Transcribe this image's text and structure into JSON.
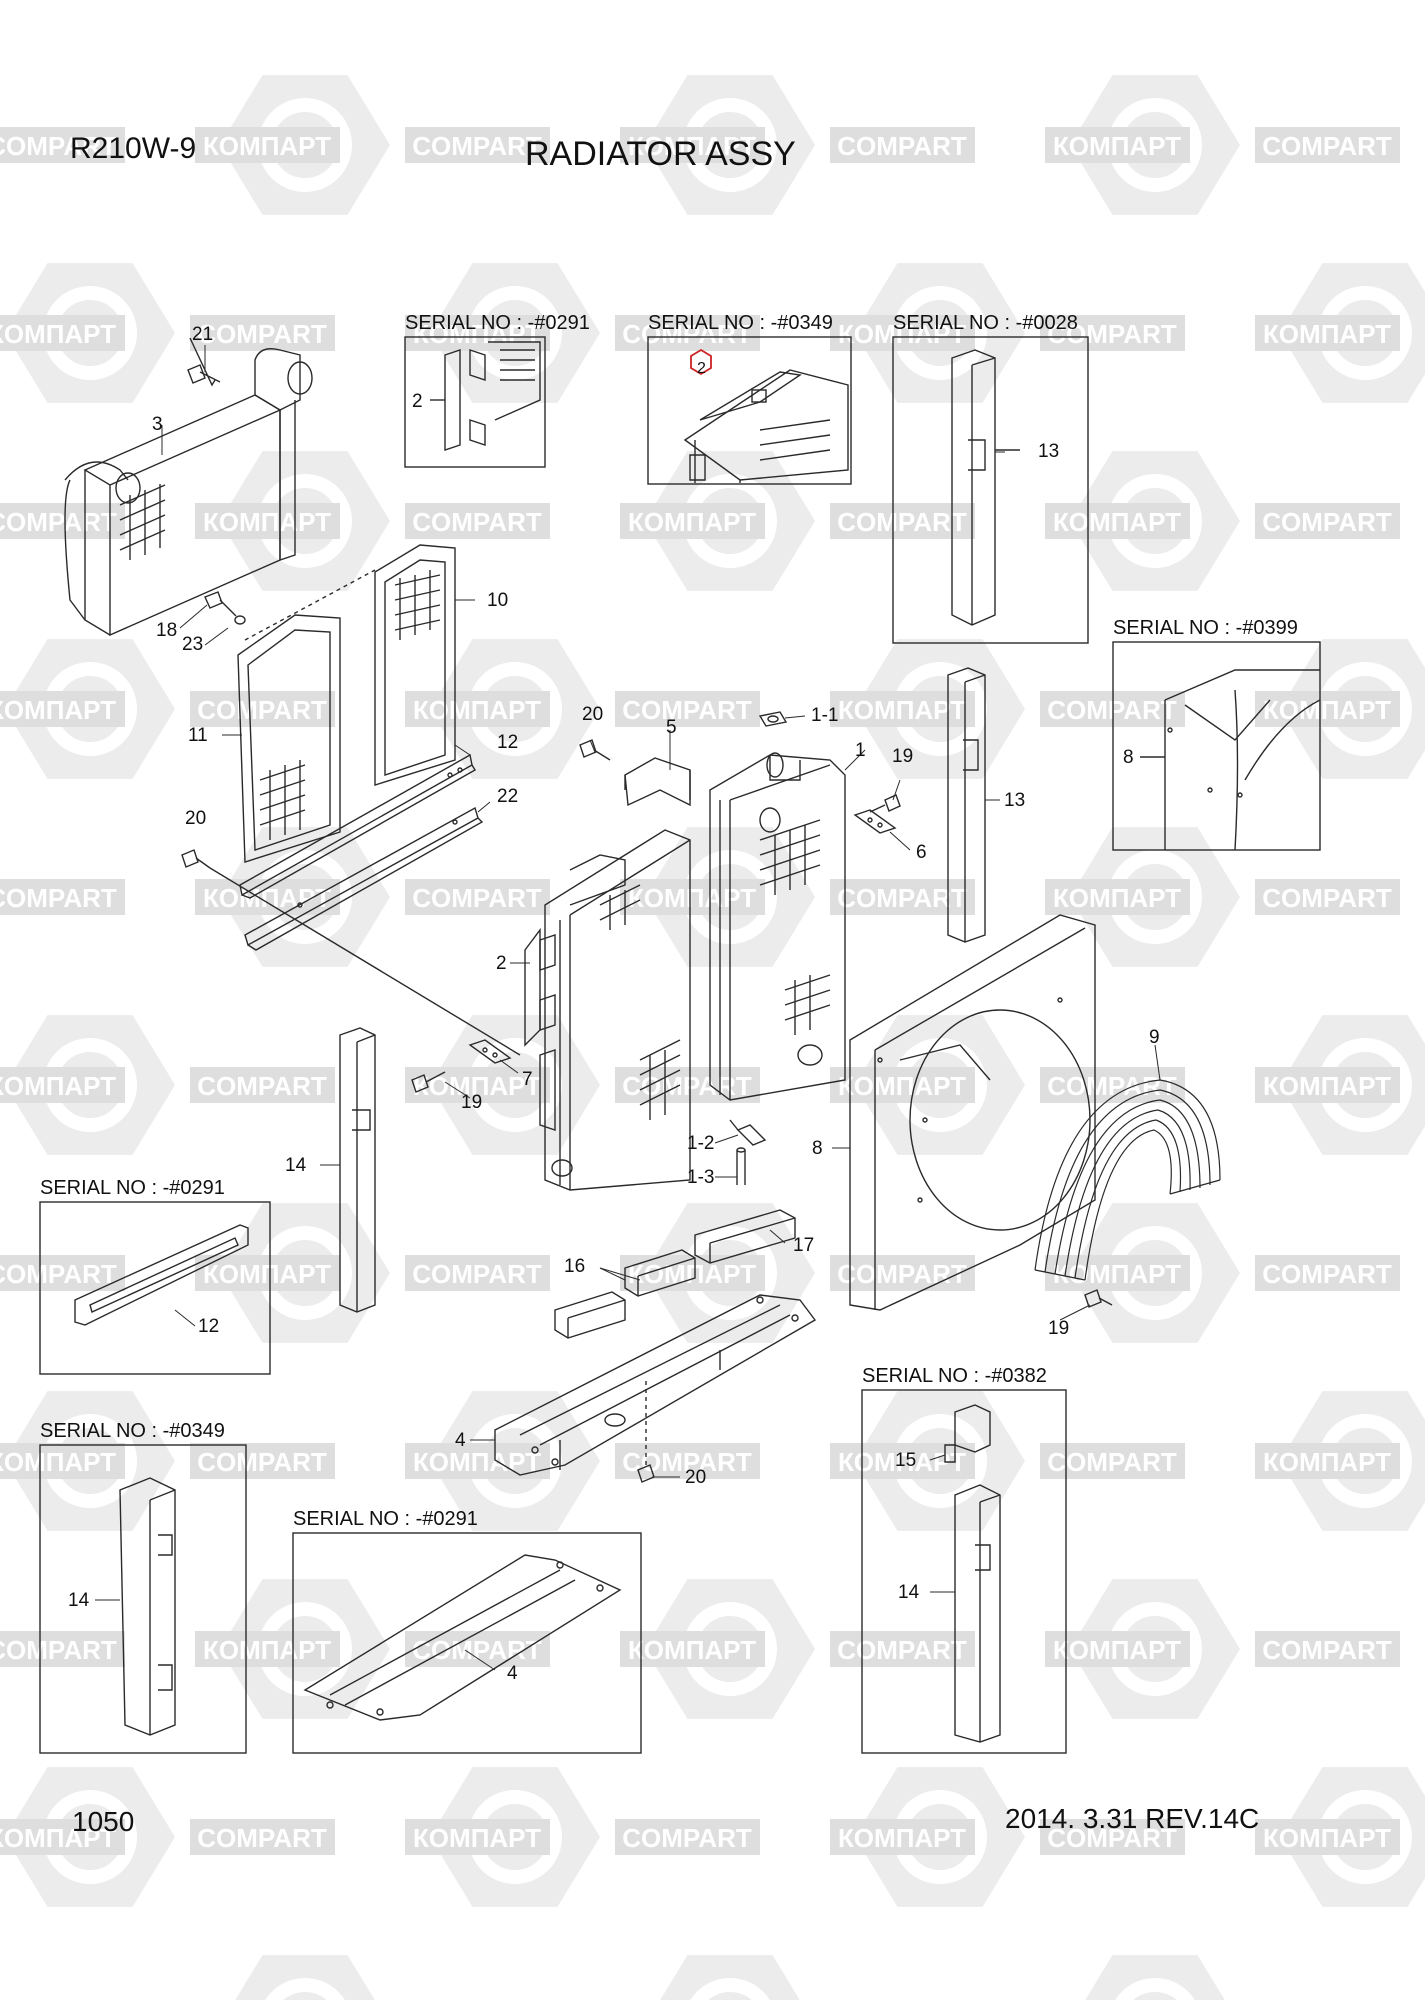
{
  "header": {
    "model": "R210W-9",
    "title": "RADIATOR ASSY"
  },
  "footer": {
    "page_number": "1050",
    "revision": "2014. 3.31  REV.14C"
  },
  "watermark": {
    "texts": [
      "КОМПАРТ",
      "COMPART"
    ]
  },
  "serial_insets": [
    {
      "label": "SERIAL NO : -#0291",
      "part": "2"
    },
    {
      "label": "SERIAL NO : -#0349",
      "part": "2"
    },
    {
      "label": "SERIAL NO : -#0028",
      "part": "13"
    },
    {
      "label": "SERIAL NO : -#0399",
      "part": "8"
    },
    {
      "label": "SERIAL NO : -#0291",
      "part": "12"
    },
    {
      "label": "SERIAL NO : -#0349",
      "part": "14"
    },
    {
      "label": "SERIAL NO : -#0291",
      "part": "4"
    },
    {
      "label": "SERIAL NO : -#0382",
      "parts": [
        "15",
        "14"
      ]
    }
  ],
  "callouts": [
    "21",
    "3",
    "18",
    "23",
    "10",
    "11",
    "12",
    "22",
    "20",
    "20",
    "5",
    "1-1",
    "1",
    "19",
    "6",
    "2",
    "7",
    "19",
    "14",
    "1-2",
    "1-3",
    "8",
    "9",
    "17",
    "16",
    "13",
    "4",
    "20",
    "19"
  ]
}
